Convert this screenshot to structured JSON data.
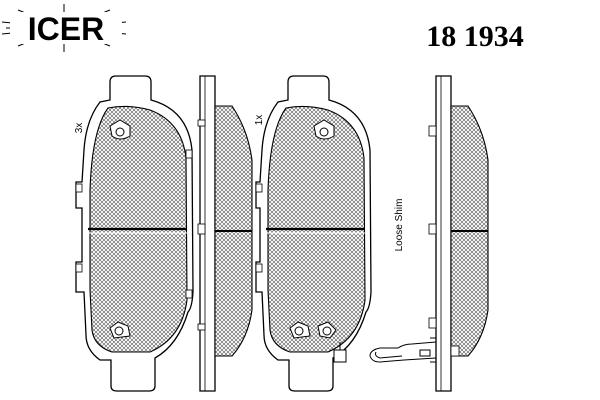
{
  "header": {
    "brand": "ICER",
    "part_number": "18 1934"
  },
  "pads": [
    {
      "quantity_label": "3x"
    },
    {
      "quantity_label": "1x"
    }
  ],
  "shim": {
    "label": "Loose Shim"
  },
  "colors": {
    "line": "#000000",
    "hatch": "#555555",
    "background": "#ffffff"
  }
}
